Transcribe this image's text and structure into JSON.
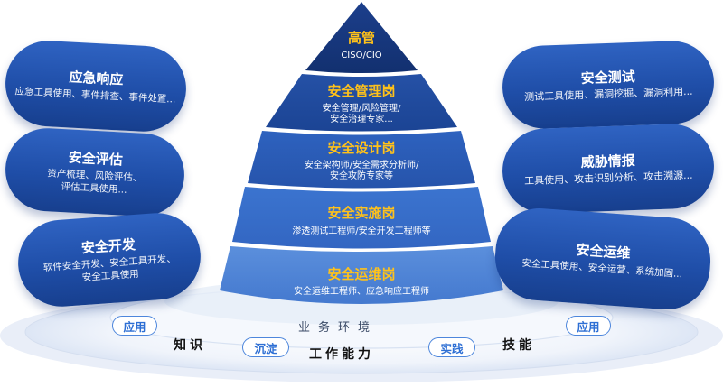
{
  "pyramid": {
    "levels": [
      {
        "title": "高管",
        "desc": [
          "CISO/CIO"
        ]
      },
      {
        "title": "安全管理岗",
        "desc": [
          "安全管理/风险管理/",
          "安全治理专家..."
        ]
      },
      {
        "title": "安全设计岗",
        "desc": [
          "安全架构师/安全需求分析师/",
          "安全攻防专家等"
        ]
      },
      {
        "title": "安全实施岗",
        "desc": [
          "渗透测试工程师/安全开发工程师等"
        ]
      },
      {
        "title": "安全运维岗",
        "desc": [
          "安全运维工程师、应急响应工程师"
        ]
      }
    ]
  },
  "left_pills": [
    {
      "title": "应急响应",
      "desc": [
        "应急工具使用、事件排查、事件处置..."
      ]
    },
    {
      "title": "安全评估",
      "desc": [
        "资产梳理、风险评估、",
        "评估工具使用..."
      ]
    },
    {
      "title": "安全开发",
      "desc": [
        "软件安全开发、安全工具开发、",
        "安全工具使用"
      ]
    }
  ],
  "right_pills": [
    {
      "title": "安全测试",
      "desc": [
        "测试工具使用、漏洞挖掘、漏洞利用..."
      ]
    },
    {
      "title": "威胁情报",
      "desc": [
        "工具使用、攻击识别分析、攻击溯源..."
      ]
    },
    {
      "title": "安全运维",
      "desc": [
        "安全工具使用、安全运营、系统加固..."
      ]
    }
  ],
  "base": {
    "env_label": "业务环境",
    "badge_left": "应用",
    "badge_right": "应用",
    "badge_mid_left": "沉淀",
    "badge_mid_right": "实践",
    "knowledge": "知识",
    "work_ability": "工作能力",
    "skill": "技能"
  },
  "colors": {
    "pill_blue": "#1f4ea8",
    "title_gold": "#ffc21a",
    "badge_blue": "#2e6fd4"
  }
}
